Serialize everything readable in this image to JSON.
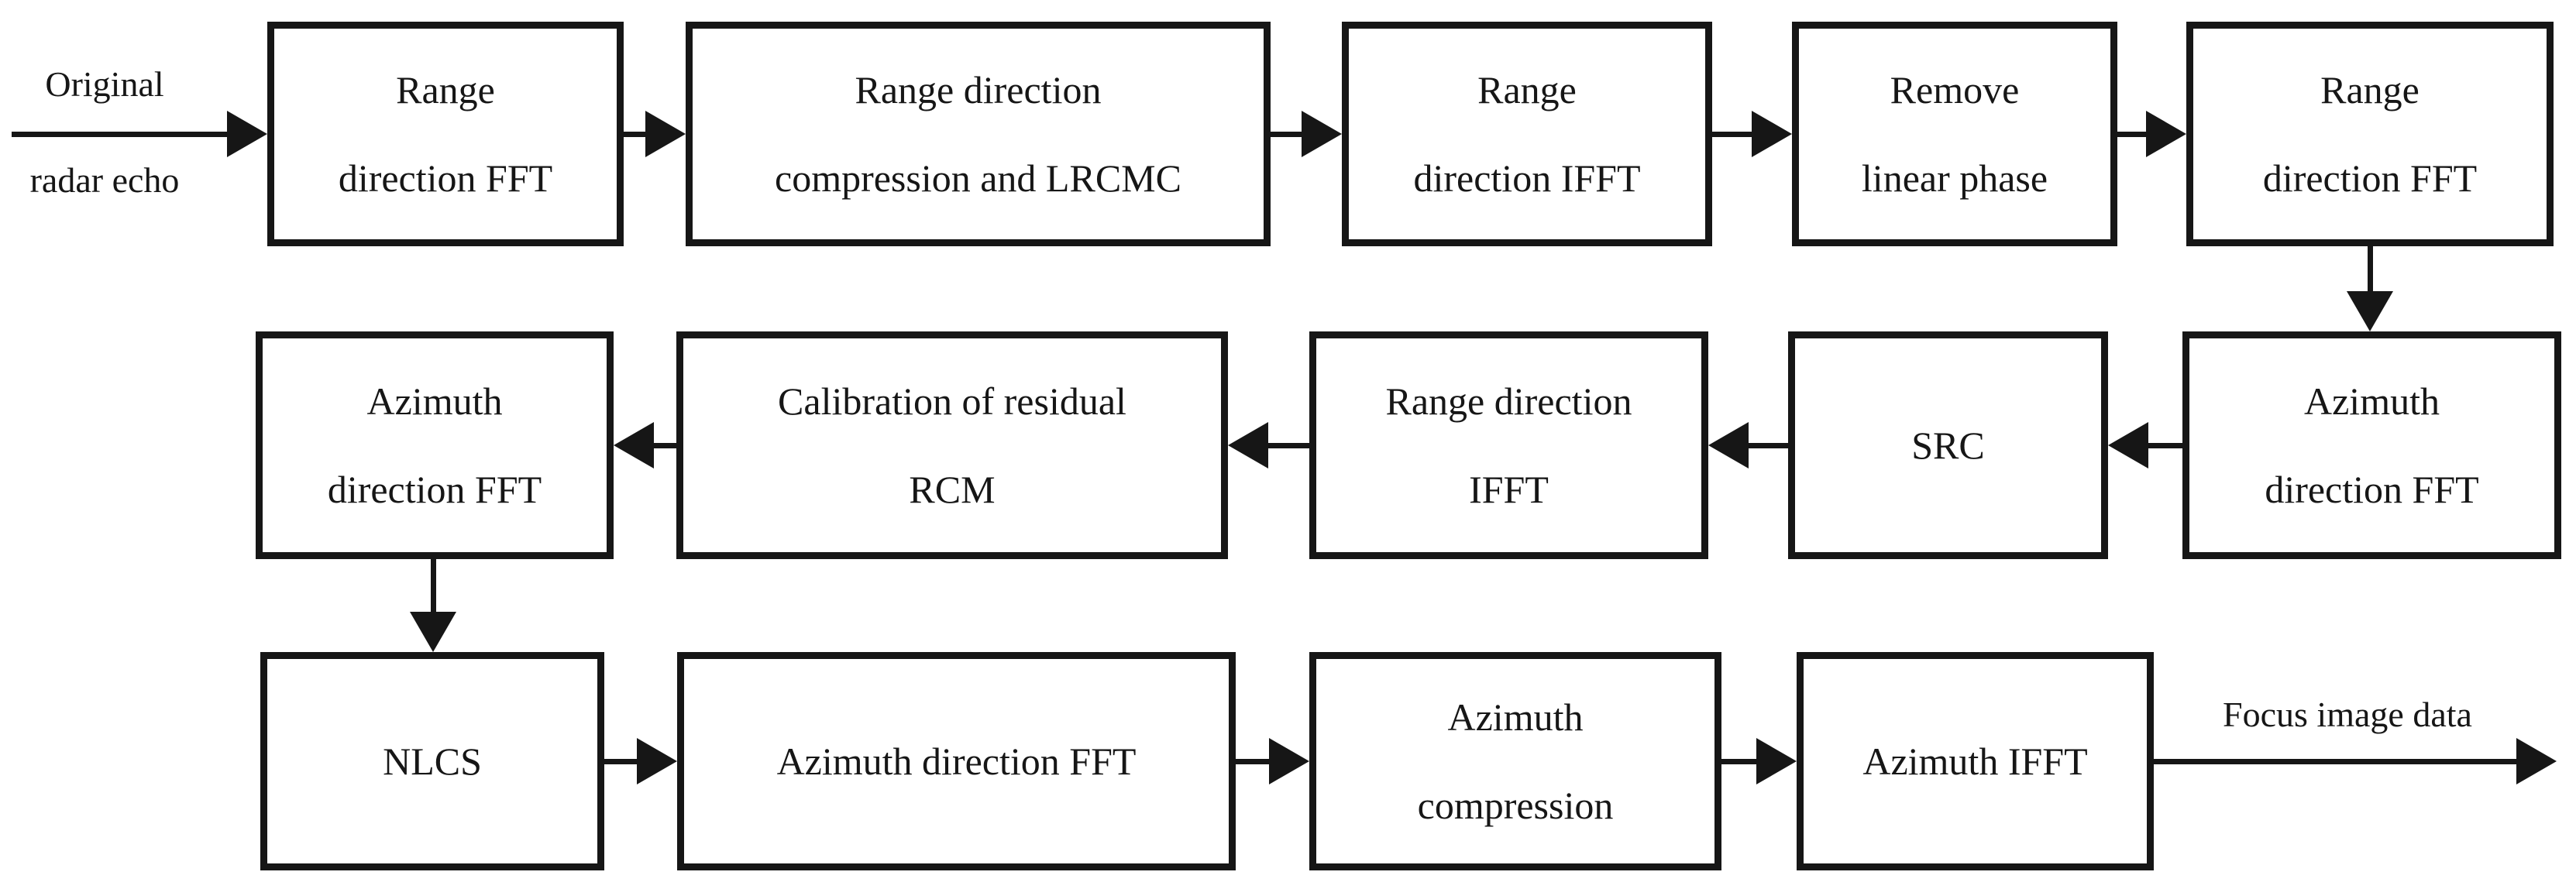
{
  "colors": {
    "ink": "#161616",
    "background": "#ffffff"
  },
  "labels": {
    "input_line1": "Original",
    "input_line2": "radar echo",
    "output": "Focus image data"
  },
  "boxes": {
    "r1b1": {
      "line1": "Range",
      "line2": "direction FFT"
    },
    "r1b2": {
      "line1": "Range direction",
      "line2": "compression and LRCMC"
    },
    "r1b3": {
      "line1": "Range",
      "line2": "direction IFFT"
    },
    "r1b4": {
      "line1": "Remove",
      "line2": "linear phase"
    },
    "r1b5": {
      "line1": "Range",
      "line2": "direction FFT"
    },
    "r2b1": {
      "line1": "Azimuth",
      "line2": "direction FFT"
    },
    "r2b2": {
      "line1": "Calibration of residual",
      "line2": "RCM"
    },
    "r2b3": {
      "line1": "Range direction",
      "line2": "IFFT"
    },
    "r2b4": {
      "line1": "SRC"
    },
    "r2b5": {
      "line1": "Azimuth",
      "line2": "direction FFT"
    },
    "r3b1": {
      "line1": "NLCS"
    },
    "r3b2": {
      "line1": "Azimuth direction FFT"
    },
    "r3b3": {
      "line1": "Azimuth",
      "line2": "compression"
    },
    "r3b4": {
      "line1": "Azimuth IFFT"
    }
  }
}
